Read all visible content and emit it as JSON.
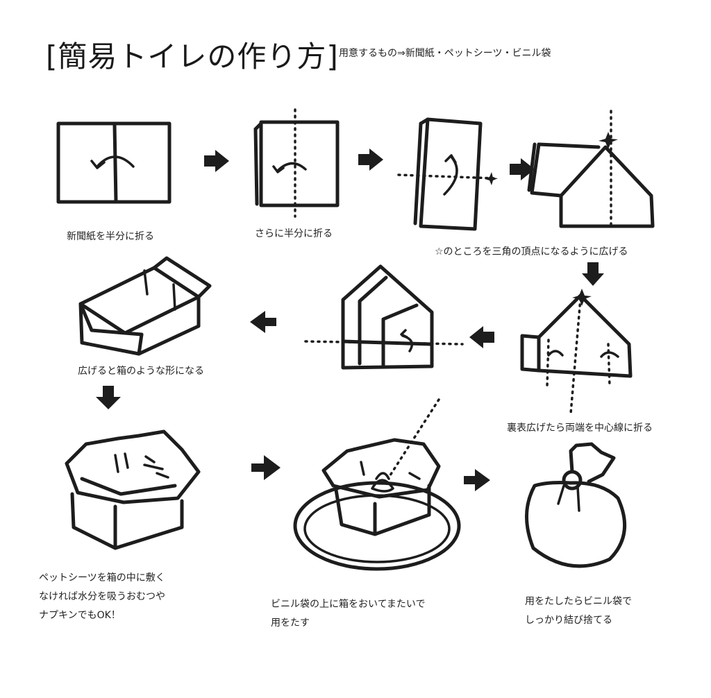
{
  "title": "[簡易トイレの作り方]",
  "subtitle": "用意するもの⇒新聞紙・ペットシーツ・ビニル袋",
  "steps": [
    {
      "caption": "新聞紙を半分に折る"
    },
    {
      "caption": "さらに半分に折る"
    },
    {
      "caption": "☆のところを三角の頂点になるように広げる"
    },
    {
      "caption": "裏表広げたら両端を中心線に折る"
    },
    {
      "caption": "広げると箱のような形になる"
    },
    {
      "caption_lines": [
        "ペットシーツを箱の中に敷く",
        "なければ水分を吸うおむつや",
        "ナプキンでもOK！"
      ]
    },
    {
      "caption_lines": [
        "ビニル袋の上に箱をおいてまたいで",
        "用をたす"
      ]
    },
    {
      "caption_lines": [
        "用をたしたらビニル袋で",
        "しっかり結び捨てる"
      ]
    }
  ],
  "icons": [
    "curved-arrow-icon",
    "star-icon",
    "right-arrow-icon",
    "down-arrow-icon",
    "left-arrow-icon"
  ]
}
